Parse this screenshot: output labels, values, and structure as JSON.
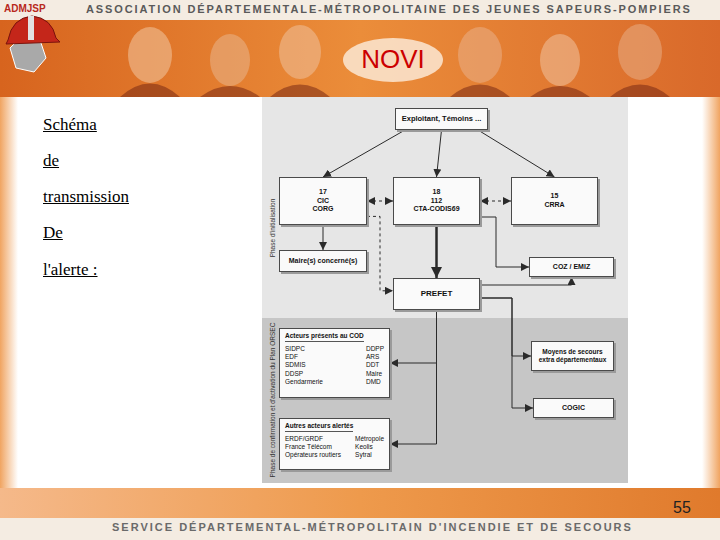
{
  "diagram": {
    "title": "NOVI",
    "nodes": [
      {
        "text": [
          "Exploitant, Témoins ..."
        ]
      },
      {
        "text": [
          "17",
          "CIC",
          "CORG"
        ]
      },
      {
        "text": [
          "18",
          "112",
          "CTA-CODIS69"
        ]
      },
      {
        "text": [
          "15",
          "CRRA"
        ]
      },
      {
        "text": [
          "Maire(s) concerné(s)"
        ]
      },
      {
        "text": [
          "COZ / EMIZ"
        ]
      },
      {
        "text": [
          "PREFET"
        ]
      },
      {
        "text": [
          "Acteurs présents au COD",
          "SIDPC",
          "EDF",
          "SDMIS",
          "DDSP",
          "Gendarmerie",
          "DDPP",
          "ARS",
          "DDT",
          "Maire",
          "DMD"
        ]
      },
      {
        "text": [
          "Autres acteurs alertés",
          "ERDF/GRDF",
          "France Télécom",
          "Opérateurs routiers",
          "Métropole",
          "Keolis",
          "Sytral"
        ]
      },
      {
        "text": [
          "Moyens de secours extra départementaux"
        ]
      },
      {
        "text": [
          "COGIC"
        ]
      }
    ],
    "edges": [
      {
        "from": 0,
        "to": 1,
        "arrow": "to"
      },
      {
        "from": 0,
        "to": 2,
        "arrow": "to"
      },
      {
        "from": 0,
        "to": 3,
        "arrow": "to"
      },
      {
        "from": 1,
        "to": 2,
        "arrow": "both"
      },
      {
        "from": 2,
        "to": 3,
        "arrow": "both"
      },
      {
        "from": 2,
        "to": 6,
        "arrow": "to"
      },
      {
        "from": 1,
        "to": 4,
        "arrow": "to"
      },
      {
        "from": 1,
        "to": 6,
        "arrow": "to"
      },
      {
        "from": 2,
        "to": 5,
        "arrow": "to"
      },
      {
        "from": 6,
        "to": 5,
        "arrow": "to"
      },
      {
        "from": 6,
        "to": 7,
        "arrow": "to"
      },
      {
        "from": 6,
        "to": 8,
        "arrow": "to"
      },
      {
        "from": 6,
        "to": 9,
        "arrow": "to"
      },
      {
        "from": 6,
        "to": 10,
        "arrow": "to"
      }
    ],
    "labels": [
      "ASSOCIATION DÉPARTEMENTALE-MÉTROPOLITAINE DES JEUNES SAPEURS-POMPIERS",
      "ADMJSP",
      "Schéma",
      "de",
      "transmission",
      "De",
      "l'alerte :",
      "Phase d'initialisation",
      "Phase de confirmation et d'activation du Plan ORSEC",
      "SERVICE DÉPARTEMENTAL-MÉTROPOLITAIN D'INCENDIE ET DE SECOURS",
      "55"
    ]
  }
}
